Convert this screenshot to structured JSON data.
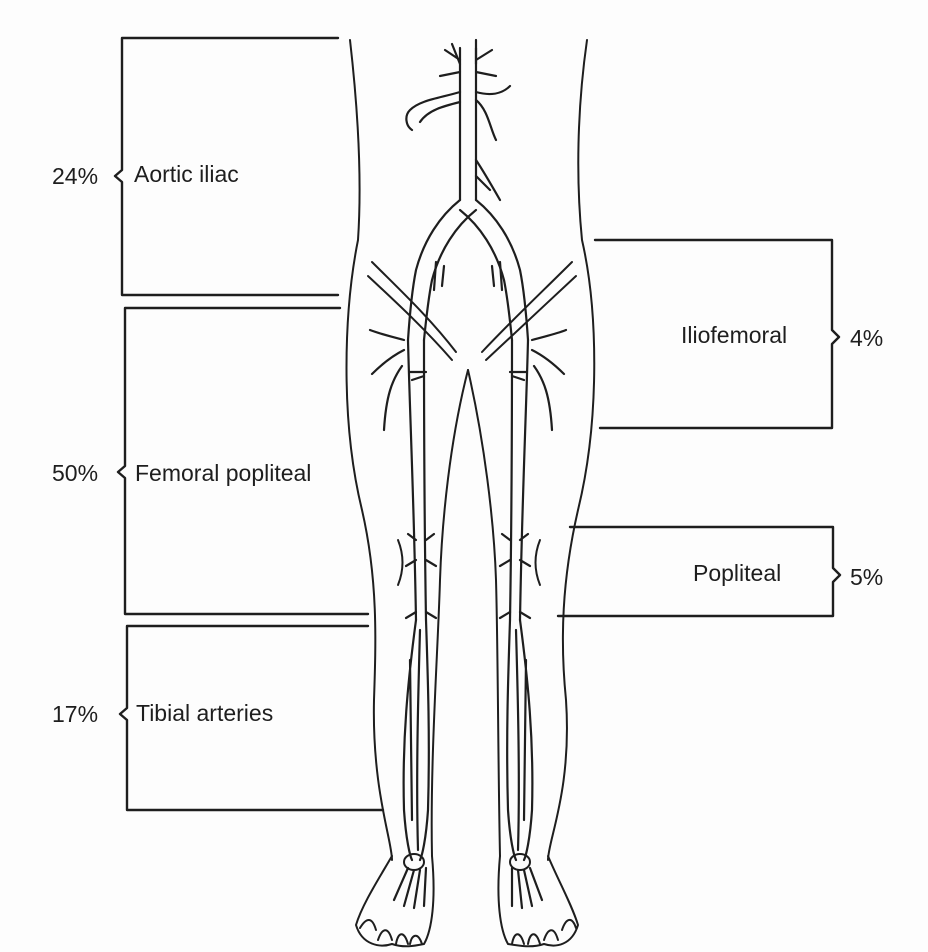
{
  "diagram": {
    "left_segments": [
      {
        "name": "Aortic iliac",
        "percent": "24%"
      },
      {
        "name": "Femoral popliteal",
        "percent": "50%"
      },
      {
        "name": "Tibial arteries",
        "percent": "17%"
      }
    ],
    "right_segments": [
      {
        "name": "Iliofemoral",
        "percent": "4%"
      },
      {
        "name": "Popliteal",
        "percent": "5%"
      }
    ]
  },
  "colors": {
    "ink": "#1e1e1e",
    "background": "#fdfdfd"
  }
}
